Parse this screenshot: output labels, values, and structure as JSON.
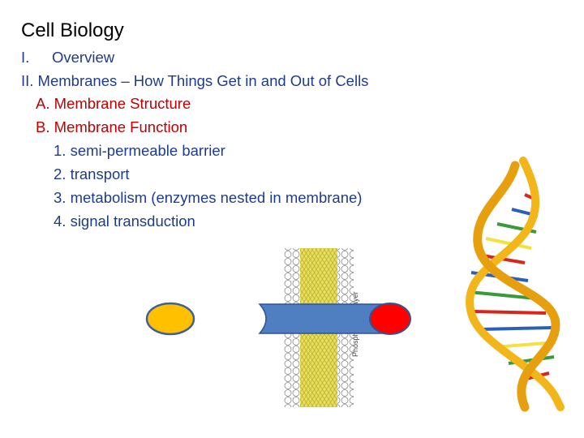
{
  "slide": {
    "title": "Cell Biology",
    "outline": {
      "item1": {
        "num": "I.",
        "text": "Overview"
      },
      "item2": {
        "text": "II. Membranes – How Things Get in and Out of Cells"
      },
      "subA": {
        "text": "A. Membrane Structure"
      },
      "subB": {
        "text": "B. Membrane Function"
      },
      "points": [
        "1. semi-permeable barrier",
        "2. transport",
        "3. metabolism (enzymes nested in membrane)",
        "4. signal transduction"
      ]
    },
    "membrane_figure": {
      "label": "Phospholipid bilayer",
      "colors": {
        "molecule": "#ffc000",
        "channel": "#4f7fc0",
        "receptor": "#ff0000",
        "tail": "#e8df5a"
      }
    },
    "dna_figure": {
      "colors": {
        "strand": "#f2b51a",
        "rung_red": "#d9261c",
        "rung_blue": "#2e5fb8",
        "rung_green": "#3a9a3a",
        "rung_yellow": "#f5e040"
      }
    }
  }
}
